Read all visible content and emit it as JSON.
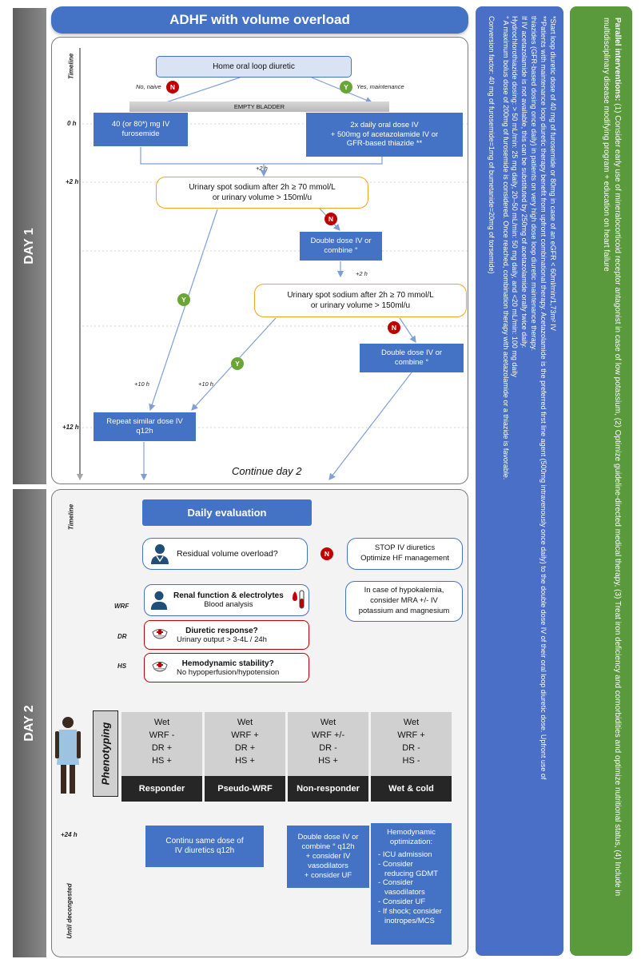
{
  "title": "ADHF with volume overload",
  "day1": {
    "label": "DAY 1",
    "timeline_label": "Timeline",
    "times": [
      "0 h",
      "+2 h",
      "+12 h"
    ],
    "home_diuretic": "Home oral loop diuretic",
    "no_branch": "No, naive",
    "yes_branch": "Yes, maintenance",
    "bladder": "EMPTY BLADDER",
    "left_dose": [
      "40 (or 80*) mg IV",
      "furosemide"
    ],
    "right_dose": [
      "2x daily oral dose IV",
      "+ 500mg of  acetazolamide IV or",
      "GFR-based thiazide **"
    ],
    "plus2h_a": "+2 h",
    "check1": [
      "Urinary spot sodium after 2h ≥ 70 mmol/L",
      "or urinary volume > 150ml/u"
    ],
    "double1": [
      "Double dose IV or",
      "combine °"
    ],
    "plus2h_b": "+2 h",
    "check2": [
      "Urinary spot sodium after 2h ≥ 70 mmol/L",
      "or urinary volume > 150ml/u"
    ],
    "double2": [
      "Double dose IV or",
      "combine °"
    ],
    "plus10h_a": "+10 h",
    "plus10h_b": "+10 h",
    "repeat": [
      "Repeat similar dose IV",
      "q12h"
    ],
    "continue": "Continue day 2",
    "n": "N",
    "y": "Y"
  },
  "day2": {
    "label": "DAY 2",
    "timeline_label": "Timeline",
    "times": [
      "+24 h",
      "Until decongested"
    ],
    "daily_eval": "Daily evaluation",
    "residual": "Residual volume overload?",
    "stop": [
      "STOP IV diuretics",
      "Optimize HF management"
    ],
    "wrf_tag": "WRF",
    "dr_tag": "DR",
    "hs_tag": "HS",
    "renal_title": "Renal function & electrolytes",
    "renal_sub": "Blood analysis",
    "hypok": [
      "In case of hypokalemia,",
      "consider MRA +/- IV",
      "potassium and magnesium"
    ],
    "diuretic_title": "Diuretic response?",
    "diuretic_sub": "Urinary output > 3-4L / 24h",
    "hemo_title": "Hemodynamic stability?",
    "hemo_sub": "No hypoperfusion/hypotension",
    "phenotyping": "Phenotyping",
    "columns": [
      {
        "lines": [
          "Wet",
          "WRF -",
          "DR +",
          "HS +"
        ],
        "name": "Responder"
      },
      {
        "lines": [
          "Wet",
          "WRF +",
          "DR +",
          "HS +"
        ],
        "name": "Pseudo-WRF"
      },
      {
        "lines": [
          "Wet",
          "WRF +/-",
          "DR -",
          "HS +"
        ],
        "name": "Non-responder"
      },
      {
        "lines": [
          "Wet",
          "WRF +",
          "DR -",
          "HS -"
        ],
        "name": "Wet & cold"
      }
    ],
    "continu": [
      "Continu same dose of",
      "IV diuretics q12h"
    ],
    "nonresp_action": [
      "Double dose IV or",
      "combine ° q12h",
      "+ consider IV",
      "vasodilators",
      "+ consider UF"
    ],
    "hemo_opt_title": [
      "Hemodynamic",
      "optimization:"
    ],
    "hemo_opt_items": [
      "ICU admission",
      "Consider",
      "reducing GDMT",
      "Consider",
      "vasodilators",
      "Consider UF",
      "If shock; consider",
      "inotropes/MCS"
    ]
  },
  "notes": {
    "lines": [
      "*Start loop diuretic dose of 40 mg of furosemide or 80mg in case of an eGFR < 60ml/min/1,73m² IV",
      "**Patients with maintenance loop diuretic therapy benefit from upfront combinational therapy. Acetazolamide is the preferred first line agent (500mg intravenously once daily) to the double dose IV of their oral loop diuretic dose. Upfront use of",
      "thiazides  (GFR-based dosing once daily) in patients on very high dose loop diuretic maintenance therapy.",
      "If IV acetazolamide is not available, this can be substituted by 250mg of acetazolamide orally twice daily.",
      "Hydrochlorothiazide dosing: > 50 mL/min: 25 mg daily, 20–50 mL/min: 50 mg daily, and <20 mL/min: 100 mg daily",
      "° A maximum bolus dose of 200mg of furosemide is considered. Once reached, combination therapy with acetazolamide or a thiazide is favorable.",
      "",
      "Conversion factor: 40 mg of furosemide=1mg of bumetanide=20mg of torsemide)"
    ]
  },
  "parallel": {
    "bold": "Parallel interventions:",
    "text": " (1) Consider early use of mineralocorticoid receptor antagonist in case of low potassium, (2) Optimize guideline-directed medical therapy, (3) Treat iron deficiency and comorbidities and  optimize nutritional status, (4) Include in multidisciplinary disease modifying program + education on heart failure"
  },
  "colors": {
    "blue": "#4472c4",
    "dark_blue": "#4a6fc6",
    "green": "#5a9a3c",
    "red": "#c00000",
    "orange": "#f4a21e"
  }
}
